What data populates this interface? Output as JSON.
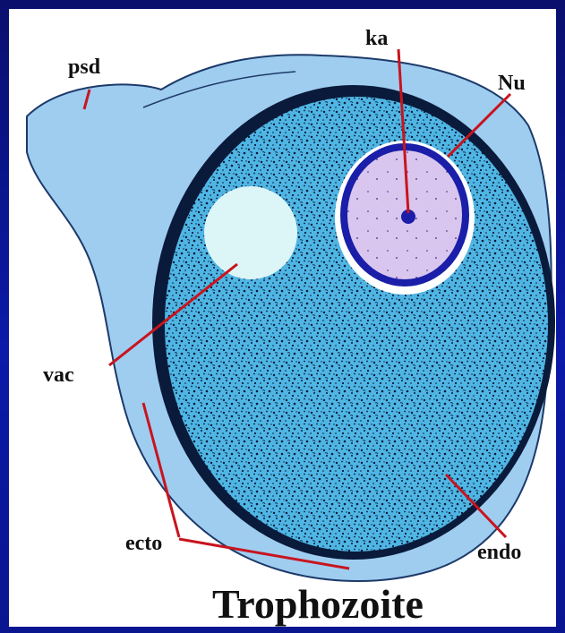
{
  "labels": {
    "psd": "psd",
    "ka": "ka",
    "nu": "Nu",
    "vac": "vac",
    "ecto": "ecto",
    "endo": "endo"
  },
  "title": "Trophozoite",
  "colors": {
    "background": "#0b1aa8",
    "ectoplasm": "#9fcdf0",
    "endoplasm": "#4fb6e4",
    "nucleus_fill": "#d9c6ef",
    "nucleus_ring": "#1a1ea8",
    "vacuole": "#dcf6f8",
    "pointer": "#c8141e"
  }
}
